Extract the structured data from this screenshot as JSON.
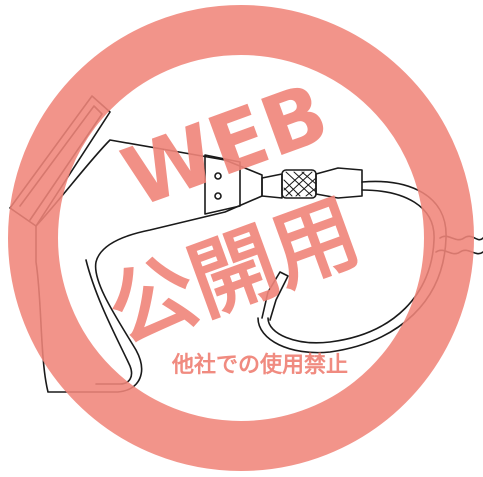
{
  "watermark": {
    "line1": "WEB",
    "line2": "公開用",
    "caption": "他社での使用禁止",
    "color": "#f0857a"
  },
  "illustration": {
    "subject": "line drawing of a hand-held dryer-like appliance with a braided cord and plug",
    "stroke_color": "#1a1a1a"
  }
}
